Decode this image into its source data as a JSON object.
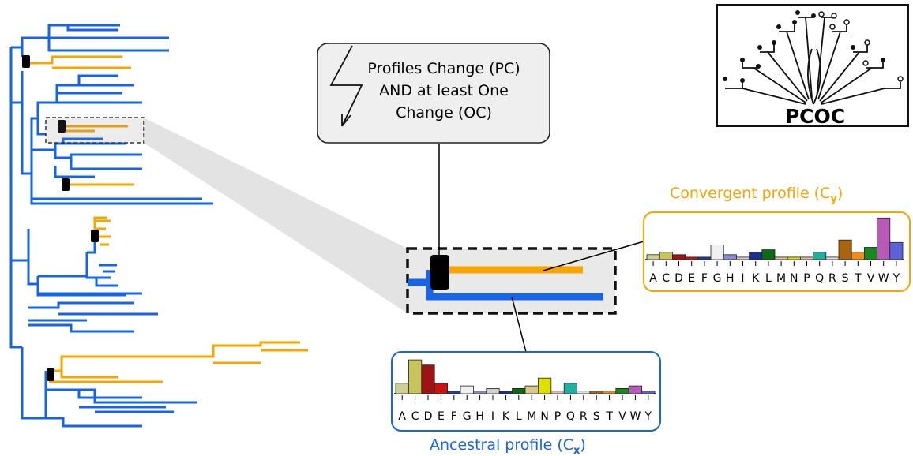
{
  "event_box": {
    "line1": "Profiles Change (PC)",
    "line2": "AND at least One",
    "line3": "Change (OC)"
  },
  "convergent": {
    "title": "Convergent profile (C",
    "subscript": "y",
    "title_end": ")",
    "color": "#f7a500"
  },
  "ancestral": {
    "title": "Ancestral profile (C",
    "subscript": "x",
    "title_end": ")",
    "color": "#1565e6"
  },
  "logo": {
    "text": "PCOC"
  },
  "amino_acids": [
    "A",
    "C",
    "D",
    "E",
    "F",
    "G",
    "H",
    "I",
    "K",
    "L",
    "M",
    "N",
    "P",
    "Q",
    "R",
    "S",
    "T",
    "V",
    "W",
    "Y"
  ],
  "aa_colors": [
    "#cfcf93",
    "#c6c45a",
    "#9e1313",
    "#cc1111",
    "#1f3c9e",
    "#f0f0f0",
    "#8b8bd6",
    "#d0d0d0",
    "#1c2f8f",
    "#0a6b12",
    "#d8c98a",
    "#e0e000",
    "#e8b8a8",
    "#1fb0a0",
    "#e0e0e0",
    "#a86410",
    "#f58c15",
    "#188a1c",
    "#b85ab8",
    "#5a64d8"
  ],
  "chart_data": [
    {
      "type": "bar",
      "title": "Convergent profile (Cy)",
      "categories": [
        "A",
        "C",
        "D",
        "E",
        "F",
        "G",
        "H",
        "I",
        "K",
        "L",
        "M",
        "N",
        "P",
        "Q",
        "R",
        "S",
        "T",
        "V",
        "W",
        "Y"
      ],
      "values": [
        0.02,
        0.03,
        0.02,
        0.01,
        0.01,
        0.06,
        0.02,
        0.01,
        0.03,
        0.04,
        0.01,
        0.01,
        0.01,
        0.03,
        0.01,
        0.08,
        0.03,
        0.05,
        0.17,
        0.07
      ]
    },
    {
      "type": "bar",
      "title": "Ancestral profile (Cx)",
      "categories": [
        "A",
        "C",
        "D",
        "E",
        "F",
        "G",
        "H",
        "I",
        "K",
        "L",
        "M",
        "N",
        "P",
        "Q",
        "R",
        "S",
        "T",
        "V",
        "W",
        "Y"
      ],
      "values": [
        0.04,
        0.13,
        0.11,
        0.04,
        0.01,
        0.03,
        0.01,
        0.02,
        0.01,
        0.02,
        0.03,
        0.06,
        0.01,
        0.04,
        0.01,
        0.01,
        0.01,
        0.02,
        0.03,
        0.01
      ]
    }
  ]
}
